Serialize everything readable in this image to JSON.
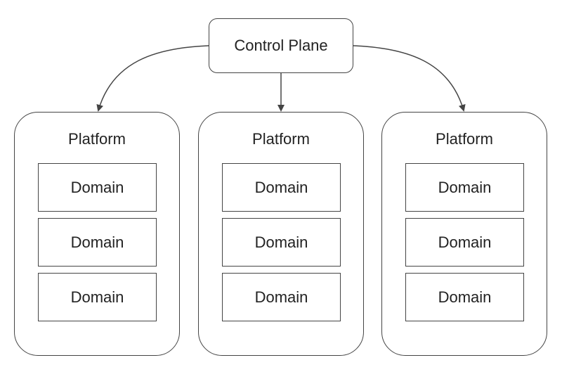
{
  "control_plane": {
    "label": "Control Plane"
  },
  "platforms": [
    {
      "title": "Platform",
      "domains": [
        "Domain",
        "Domain",
        "Domain"
      ]
    },
    {
      "title": "Platform",
      "domains": [
        "Domain",
        "Domain",
        "Domain"
      ]
    },
    {
      "title": "Platform",
      "domains": [
        "Domain",
        "Domain",
        "Domain"
      ]
    }
  ],
  "colors": {
    "stroke": "#444444",
    "text": "#222222",
    "background": "#ffffff"
  }
}
